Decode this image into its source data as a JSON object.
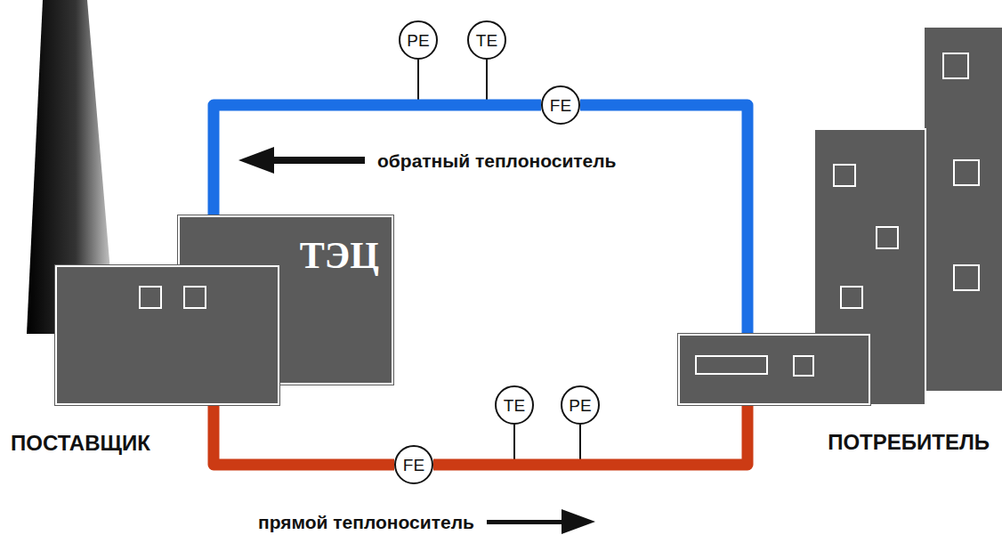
{
  "diagram": {
    "nodes": [
      {
        "text": [
          "PE"
        ]
      },
      {
        "text": [
          "TE"
        ]
      },
      {
        "text": [
          "FE"
        ]
      },
      {
        "text": [
          "ТЭЦ"
        ]
      },
      {
        "text": [
          "ПОСТАВЩИК"
        ]
      },
      {
        "text": [
          "TE"
        ]
      },
      {
        "text": [
          "PE"
        ]
      },
      {
        "text": [
          "FE"
        ]
      },
      {
        "text": [
          "ПОТРЕБИТЕЛЬ"
        ]
      }
    ],
    "edges": [
      {
        "from": 4,
        "to": 7,
        "arrow": "none"
      },
      {
        "from": 7,
        "to": 8,
        "arrow": "none"
      },
      {
        "from": 8,
        "to": 2,
        "arrow": "none"
      },
      {
        "from": 2,
        "to": 3,
        "arrow": "none"
      }
    ],
    "labels": [
      "обратный теплоноситель",
      "прямой теплоноситель"
    ]
  }
}
